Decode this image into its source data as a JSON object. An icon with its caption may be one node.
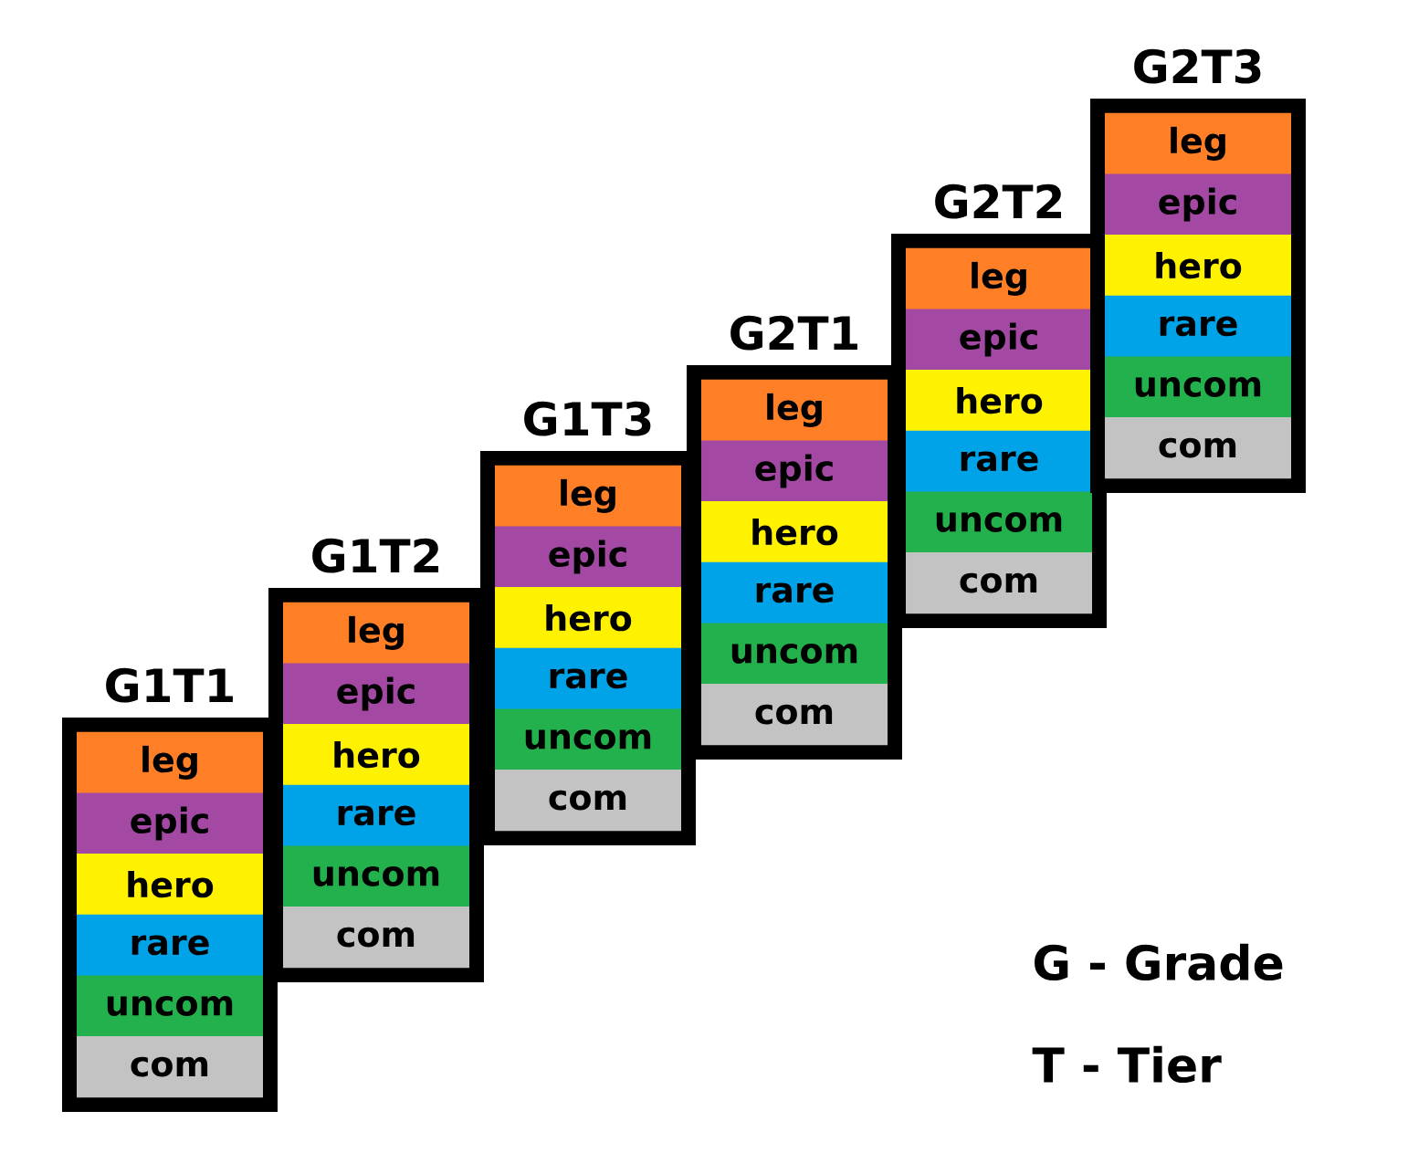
{
  "diagram": {
    "nodes": [
      {
        "text": [
          "G1T1"
        ]
      },
      {
        "text": [
          "leg"
        ],
        "in": 0
      },
      {
        "text": [
          "epic"
        ],
        "in": 0
      },
      {
        "text": [
          "hero"
        ],
        "in": 0
      },
      {
        "text": [
          "rare"
        ],
        "in": 0
      },
      {
        "text": [
          "uncom"
        ],
        "in": 0
      },
      {
        "text": [
          "com"
        ],
        "in": 0
      },
      {
        "text": [
          "G1T2"
        ]
      },
      {
        "text": [
          "leg"
        ],
        "in": 7
      },
      {
        "text": [
          "epic"
        ],
        "in": 7
      },
      {
        "text": [
          "hero"
        ],
        "in": 7
      },
      {
        "text": [
          "rare"
        ],
        "in": 7
      },
      {
        "text": [
          "uncom"
        ],
        "in": 7
      },
      {
        "text": [
          "com"
        ],
        "in": 7
      },
      {
        "text": [
          "G1T3"
        ]
      },
      {
        "text": [
          "leg"
        ],
        "in": 14
      },
      {
        "text": [
          "epic"
        ],
        "in": 14
      },
      {
        "text": [
          "hero"
        ],
        "in": 14
      },
      {
        "text": [
          "rare"
        ],
        "in": 14
      },
      {
        "text": [
          "uncom"
        ],
        "in": 14
      },
      {
        "text": [
          "com"
        ],
        "in": 14
      },
      {
        "text": [
          "G2T1"
        ]
      },
      {
        "text": [
          "leg"
        ],
        "in": 21
      },
      {
        "text": [
          "epic"
        ],
        "in": 21
      },
      {
        "text": [
          "hero"
        ],
        "in": 21
      },
      {
        "text": [
          "rare"
        ],
        "in": 21
      },
      {
        "text": [
          "uncom"
        ],
        "in": 21
      },
      {
        "text": [
          "com"
        ],
        "in": 21
      },
      {
        "text": [
          "G2T2"
        ]
      },
      {
        "text": [
          "leg"
        ],
        "in": 28
      },
      {
        "text": [
          "epic"
        ],
        "in": 28
      },
      {
        "text": [
          "hero"
        ],
        "in": 28
      },
      {
        "text": [
          "rare"
        ],
        "in": 28
      },
      {
        "text": [
          "uncom"
        ],
        "in": 28
      },
      {
        "text": [
          "com"
        ],
        "in": 28
      },
      {
        "text": [
          "G2T3"
        ]
      },
      {
        "text": [
          "leg"
        ],
        "in": 35
      },
      {
        "text": [
          "epic"
        ],
        "in": 35
      },
      {
        "text": [
          "hero"
        ],
        "in": 35
      },
      {
        "text": [
          "rare"
        ],
        "in": 35
      },
      {
        "text": [
          "uncom"
        ],
        "in": 35
      },
      {
        "text": [
          "com"
        ],
        "in": 35
      }
    ],
    "labels": [
      "G - Grade",
      "T - Tier"
    ]
  }
}
